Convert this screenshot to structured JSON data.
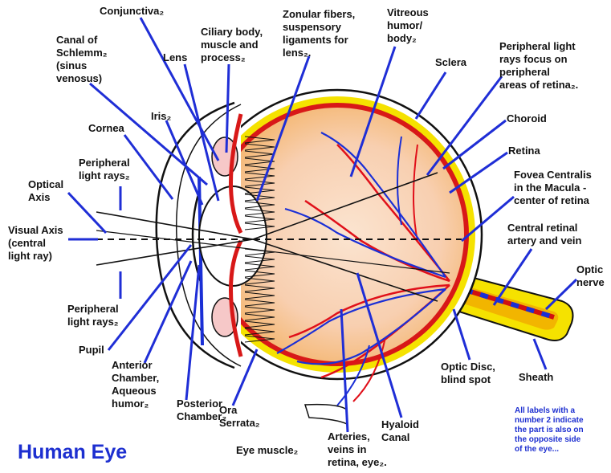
{
  "title": "Human Eye",
  "note": "All labels with a\nnumber 2 indicate\nthe part is also on\nthe opposite side\nof the eye...",
  "colors": {
    "leader": "#1f2ed6",
    "vessel_red": "#e0101a",
    "vessel_blue": "#1a2fd6",
    "retina": "#f4e600",
    "choroid": "#d81818",
    "title": "#1d2fd0"
  },
  "labels": [
    {
      "id": "conjunctiva",
      "text": "Conjunctiva₂"
    },
    {
      "id": "canal-of-schlemm",
      "text": "Canal of\nSchlemm₂\n(sinus\nvenosus)"
    },
    {
      "id": "lens",
      "text": "Lens"
    },
    {
      "id": "ciliary-body",
      "text": "Ciliary body,\nmuscle and\nprocess₂"
    },
    {
      "id": "zonular-fibers",
      "text": "Zonular fibers,\nsuspensory\nligaments for\nlens₂."
    },
    {
      "id": "vitreous-humor",
      "text": "Vitreous\nhumor/\nbody₂"
    },
    {
      "id": "sclera",
      "text": "Sclera"
    },
    {
      "id": "peripheral-focus",
      "text": "Peripheral light\nrays focus on\nperipheral\nareas of retina₂."
    },
    {
      "id": "iris",
      "text": "Iris₂"
    },
    {
      "id": "cornea",
      "text": "Cornea"
    },
    {
      "id": "choroid",
      "text": "Choroid"
    },
    {
      "id": "retina",
      "text": "Retina"
    },
    {
      "id": "peripheral-rays-top",
      "text": "Peripheral\nlight rays₂"
    },
    {
      "id": "optical-axis",
      "text": "Optical\nAxis"
    },
    {
      "id": "fovea-centralis",
      "text": "Fovea Centralis\nin the Macula -\ncenter of retina"
    },
    {
      "id": "visual-axis",
      "text": "Visual Axis\n(central\nlight ray)"
    },
    {
      "id": "central-retinal",
      "text": "Central retinal\nartery and vein"
    },
    {
      "id": "optic-nerve",
      "text": "Optic\nnerve"
    },
    {
      "id": "peripheral-rays-bottom",
      "text": "Peripheral\nlight rays₂"
    },
    {
      "id": "pupil",
      "text": "Pupil"
    },
    {
      "id": "anterior-chamber",
      "text": "Anterior\nChamber,\nAqueous\nhumor₂"
    },
    {
      "id": "optic-disc",
      "text": "Optic Disc,\nblind spot"
    },
    {
      "id": "sheath",
      "text": "Sheath"
    },
    {
      "id": "posterior-chamber",
      "text": "Posterior\nChamber₂"
    },
    {
      "id": "ora-serrata",
      "text": "Ora\nSerrata₂"
    },
    {
      "id": "hyaloid-canal",
      "text": "Hyaloid\nCanal"
    },
    {
      "id": "eye-muscle",
      "text": "Eye muscle₂"
    },
    {
      "id": "arteries-veins",
      "text": "Arteries,\nveins in\nretina, eye₂."
    }
  ]
}
